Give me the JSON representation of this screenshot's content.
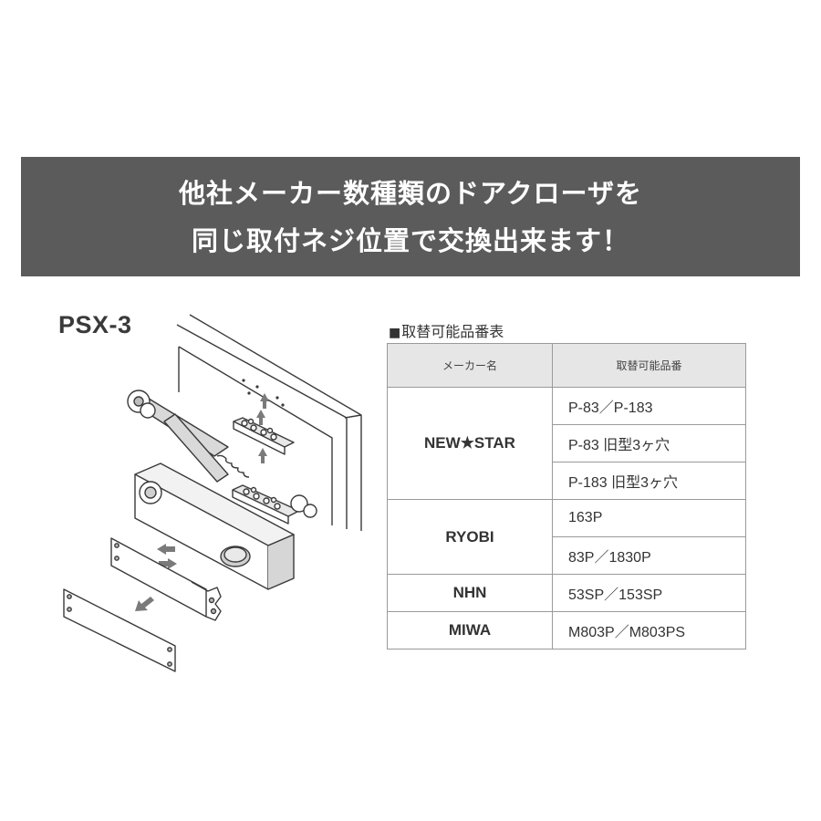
{
  "banner": {
    "line1": "他社メーカー数種類のドアクローザを",
    "line2": "同じ取付ネジ位置で交換出来ます！"
  },
  "model": "PSX-3",
  "table": {
    "title": "取替可能品番表",
    "title_marker": "■",
    "headers": {
      "maker": "メーカー名",
      "parts": "取替可能品番"
    },
    "rows": [
      {
        "maker": "NEW★STAR",
        "parts": [
          "P-83／P-183",
          "P-83 旧型3ヶ穴",
          "P-183 旧型3ヶ穴"
        ]
      },
      {
        "maker": "RYOBI",
        "parts": [
          "163P",
          "83P／1830P"
        ]
      },
      {
        "maker": "NHN",
        "parts": [
          "53SP／153SP"
        ]
      },
      {
        "maker": "MIWA",
        "parts": [
          "M803P／M803PS"
        ]
      }
    ]
  },
  "colors": {
    "banner_bg": "#5b5b5b",
    "banner_text": "#ffffff",
    "header_bg": "#e6e6e6",
    "border": "#9a9a9a",
    "text": "#333333"
  }
}
